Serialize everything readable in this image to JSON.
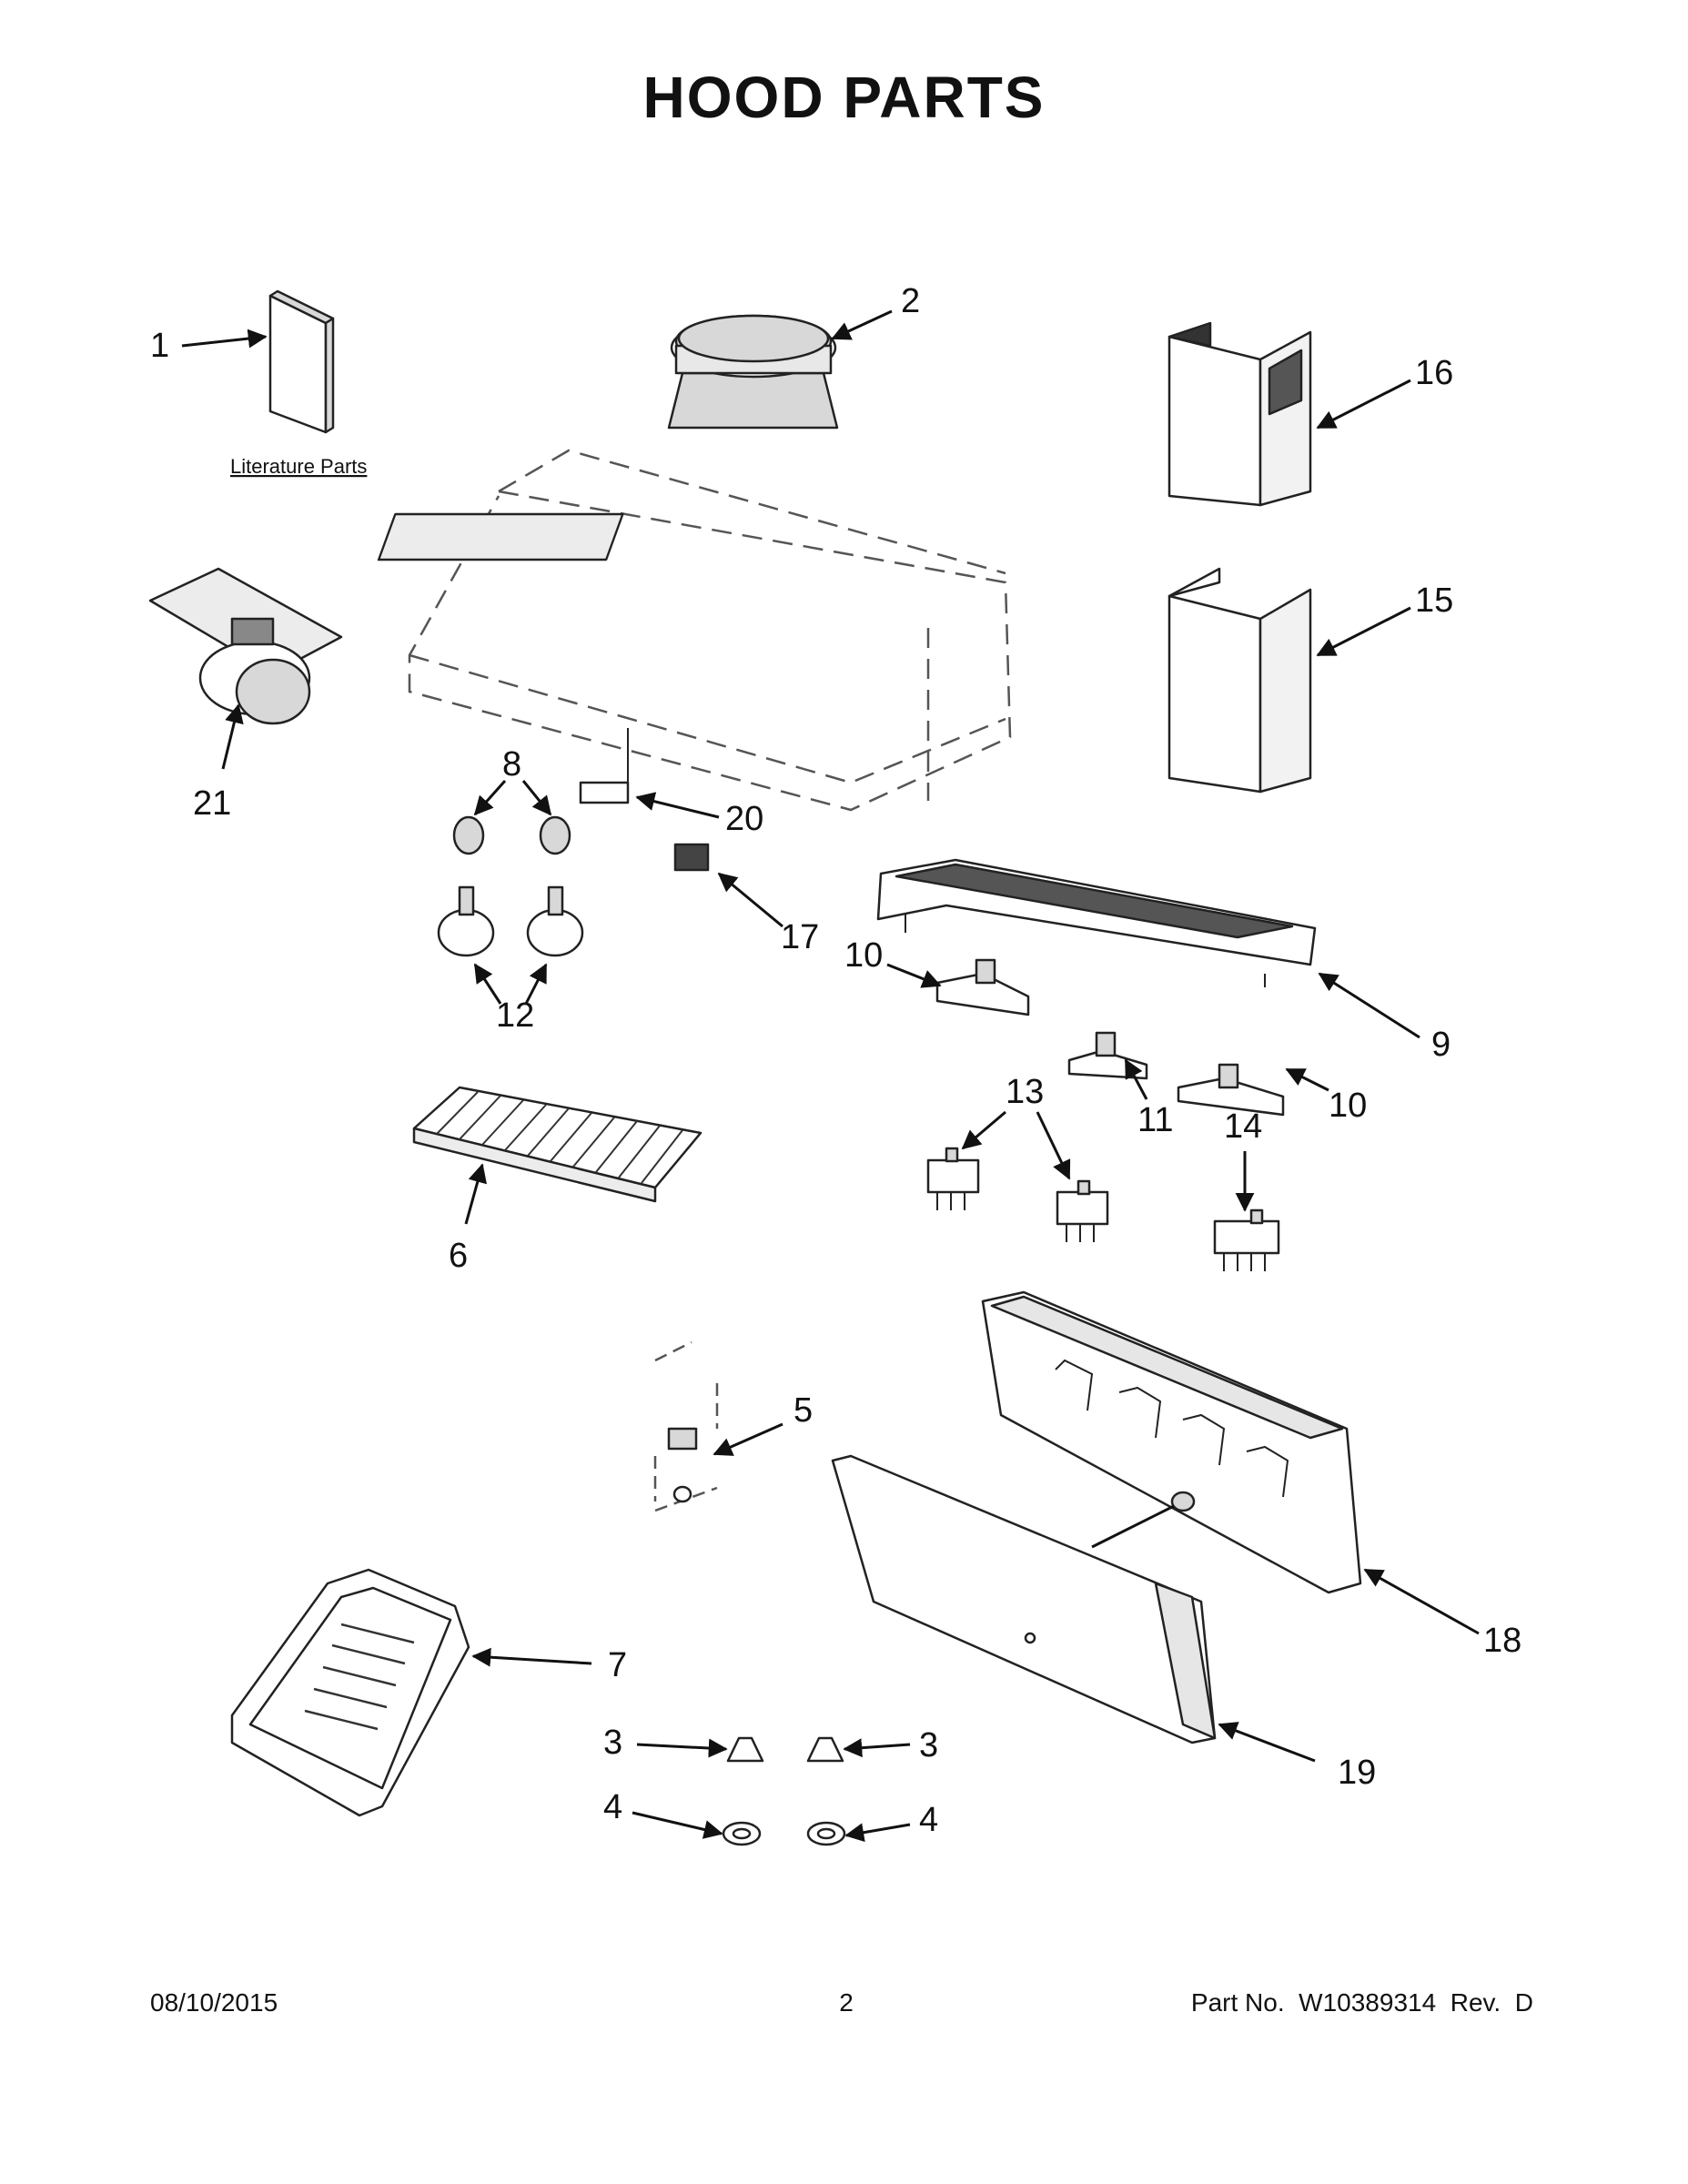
{
  "title": "HOOD PARTS",
  "literature_label": "Literature Parts",
  "callouts": {
    "c1": "1",
    "c2": "2",
    "c3a": "3",
    "c3b": "3",
    "c4a": "4",
    "c4b": "4",
    "c5": "5",
    "c6": "6",
    "c7": "7",
    "c8": "8",
    "c9": "9",
    "c10a": "10",
    "c10b": "10",
    "c11": "11",
    "c12": "12",
    "c13": "13",
    "c14": "14",
    "c15": "15",
    "c16": "16",
    "c17": "17",
    "c18": "18",
    "c19": "19",
    "c20": "20",
    "c21": "21"
  },
  "footer": {
    "date": "08/10/2015",
    "page": "2",
    "part": "Part No.  W10389314  Rev.  D"
  }
}
